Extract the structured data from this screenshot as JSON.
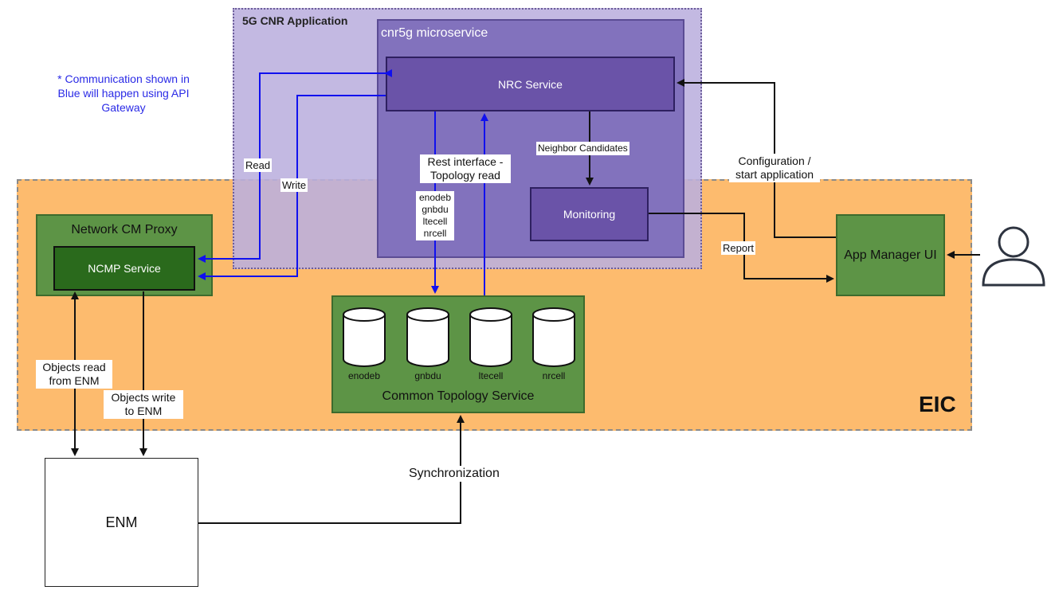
{
  "note": "* Communication shown in Blue will happen using API Gateway",
  "regions": {
    "eic": "EIC",
    "cnr_app": "5G CNR Application",
    "microservice": "cnr5g microservice"
  },
  "components": {
    "nrc_service": "NRC Service",
    "monitoring": "Monitoring",
    "network_cm_proxy": "Network CM Proxy",
    "ncmp_service": "NCMP Service",
    "common_topology_service": "Common Topology Service",
    "app_manager_ui": "App Manager UI",
    "enm": "ENM",
    "databases": [
      "enodeb",
      "gnbdu",
      "ltecell",
      "nrcell"
    ]
  },
  "edges": {
    "read": "Read",
    "write": "Write",
    "rest_interface": "Rest interface - Topology read",
    "topology_objects": "enodeb gnbdu ltecell nrcell",
    "neighbor_candidates": "Neighbor Candidates",
    "configuration": "Configuration / start application",
    "report": "Report",
    "objects_read": "Objects read from ENM",
    "objects_write": "Objects write to ENM",
    "synchronization": "Synchronization"
  },
  "colors": {
    "eic_fill": "#fdbb6e",
    "cnr_fill": "#bbafde",
    "micro_fill": "#8272bd",
    "service_fill": "#6a53a8",
    "green_fill": "#5d9446",
    "ncmp_fill": "#2a6a1c",
    "blue_arrow": "#1010ee"
  }
}
